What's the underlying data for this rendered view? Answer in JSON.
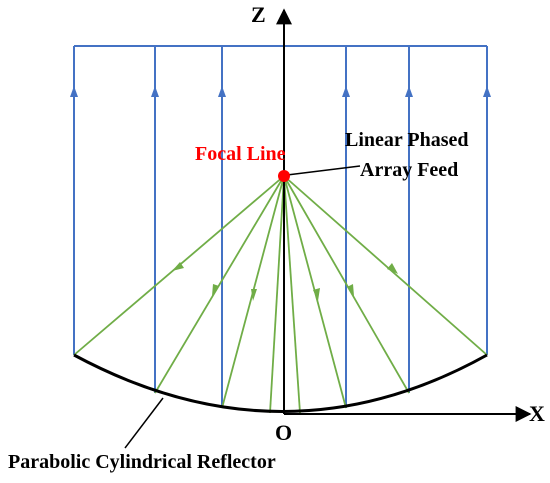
{
  "labels": {
    "z_axis": "Z",
    "x_axis": "X",
    "origin": "O",
    "focal_line": "Focal Line",
    "feed_line1": "Linear Phased",
    "feed_line2": "Array Feed",
    "reflector": "Parabolic Cylindrical Reflector"
  },
  "colors": {
    "plane_wave": "#4472C4",
    "feed_rays": "#70AD47",
    "reflector": "#000000",
    "focal_point": "#FF0000",
    "focal_label": "#FF0000",
    "axes": "#000000"
  }
}
